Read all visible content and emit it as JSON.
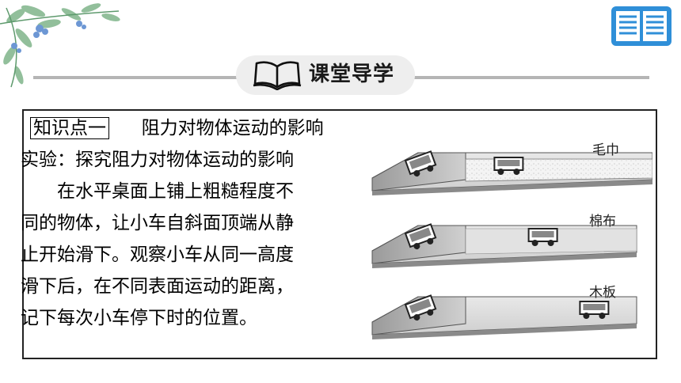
{
  "header": {
    "title": "课堂导学"
  },
  "section": {
    "tag": "知识点一",
    "heading": "阻力对物体运动的影响",
    "lines": [
      "实验：探究阻力对物体运动的影响",
      "在水平桌面上铺上粗糙程度不",
      "同的物体，让小车自斜面顶端从静",
      "止开始滑下。观察小车从同一高度",
      "滑下后，在不同表面运动的距离，",
      "记下每次小车停下时的位置。"
    ]
  },
  "figure": {
    "surfaces": [
      {
        "label": "毛巾",
        "cart_stop_fraction": 0.15
      },
      {
        "label": "棉布",
        "cart_stop_fraction": 0.35
      },
      {
        "label": "木板",
        "cart_stop_fraction": 0.65
      }
    ]
  },
  "colors": {
    "book_icon": "#2f8fd8",
    "rule": "#b5b5b5",
    "banner_bg": "#eeeeee",
    "leaf_green": "#7fb58a",
    "flower_blue": "#6d97d4"
  }
}
